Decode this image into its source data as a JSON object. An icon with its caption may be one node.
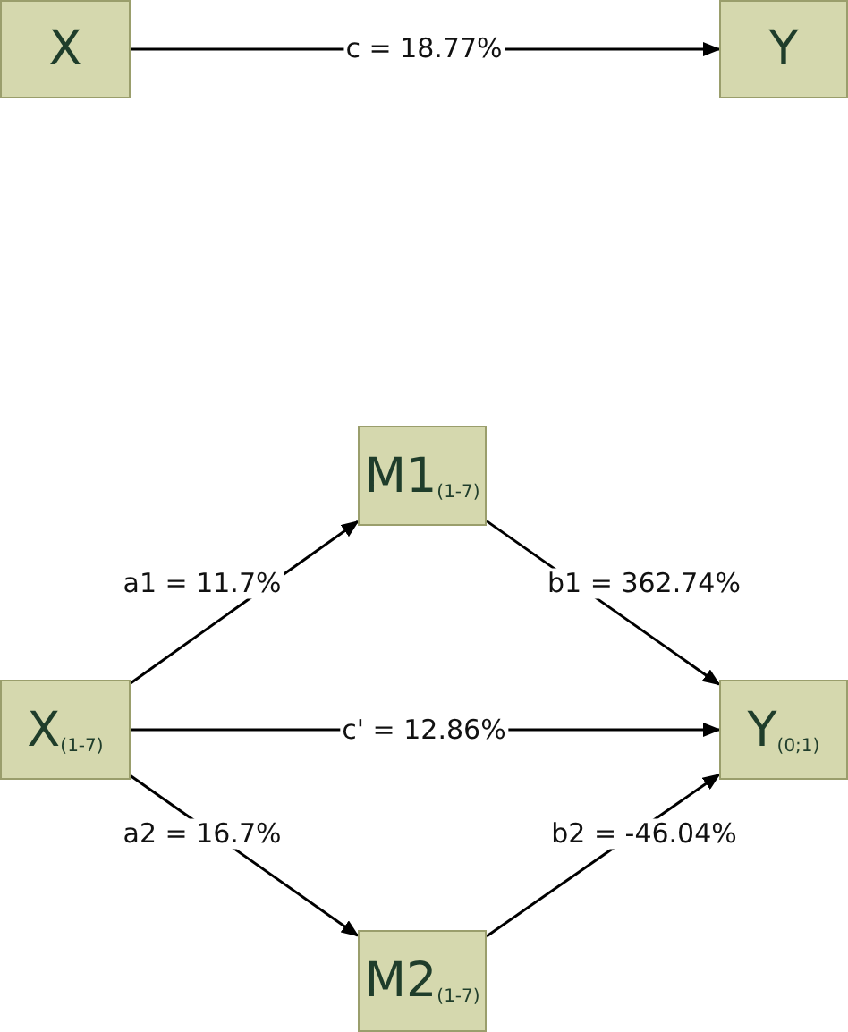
{
  "diagram": {
    "nodes": [
      {
        "text": [
          "X"
        ]
      },
      {
        "text": [
          "Y"
        ]
      },
      {
        "text": [
          "M1$_{(1-7)}$"
        ]
      },
      {
        "text": [
          "X$_{(1-7)}$"
        ]
      },
      {
        "text": [
          "Y$_{(0;1)}$"
        ]
      },
      {
        "text": [
          "M2$_{(1-7)}$"
        ]
      }
    ],
    "edges": [
      {
        "from": 0,
        "to": 1,
        "arrow": "to",
        "label": "c = 18.77%"
      },
      {
        "from": 3,
        "to": 2,
        "arrow": "to",
        "label": "a1 = 11.7%"
      },
      {
        "from": 2,
        "to": 4,
        "arrow": "to",
        "label": "b1 = 362.74%"
      },
      {
        "from": 3,
        "to": 4,
        "arrow": "to",
        "label": "c' = 12.86%"
      },
      {
        "from": 3,
        "to": 5,
        "arrow": "to",
        "label": "a2 = 16.7%"
      },
      {
        "from": 5,
        "to": 4,
        "arrow": "to",
        "label": "b2 = -46.04%"
      }
    ]
  }
}
